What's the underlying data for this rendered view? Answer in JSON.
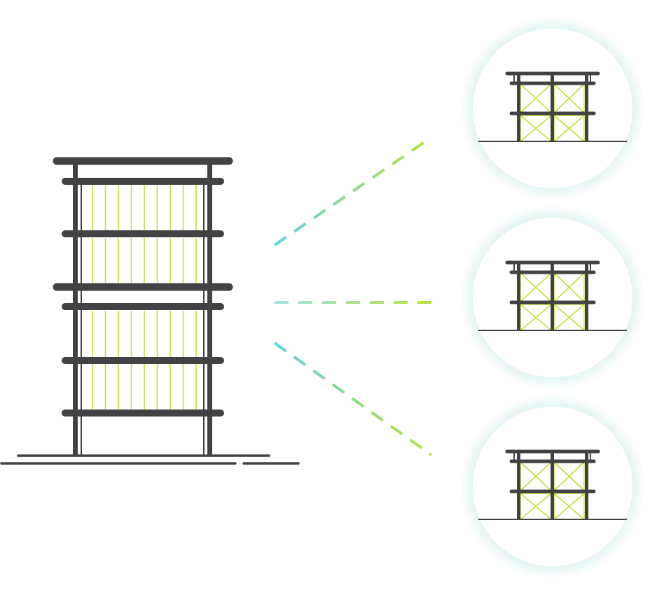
{
  "colors": {
    "structure": "#414244",
    "infill": "#c2df37",
    "ground": "#414244",
    "circle_fill": "#ffffff",
    "circle_glow": "#dff4f1",
    "connector_start": "#5fd3dc",
    "connector_end": "#b8e23c"
  },
  "building": {
    "icon": "multi-storey-building-icon"
  },
  "modules": [
    {
      "icon": "building-module-icon"
    },
    {
      "icon": "building-module-icon"
    },
    {
      "icon": "building-module-icon"
    }
  ],
  "connectors": [
    {
      "icon": "dashed-connector-top"
    },
    {
      "icon": "dashed-connector-middle"
    },
    {
      "icon": "dashed-connector-bottom"
    }
  ]
}
